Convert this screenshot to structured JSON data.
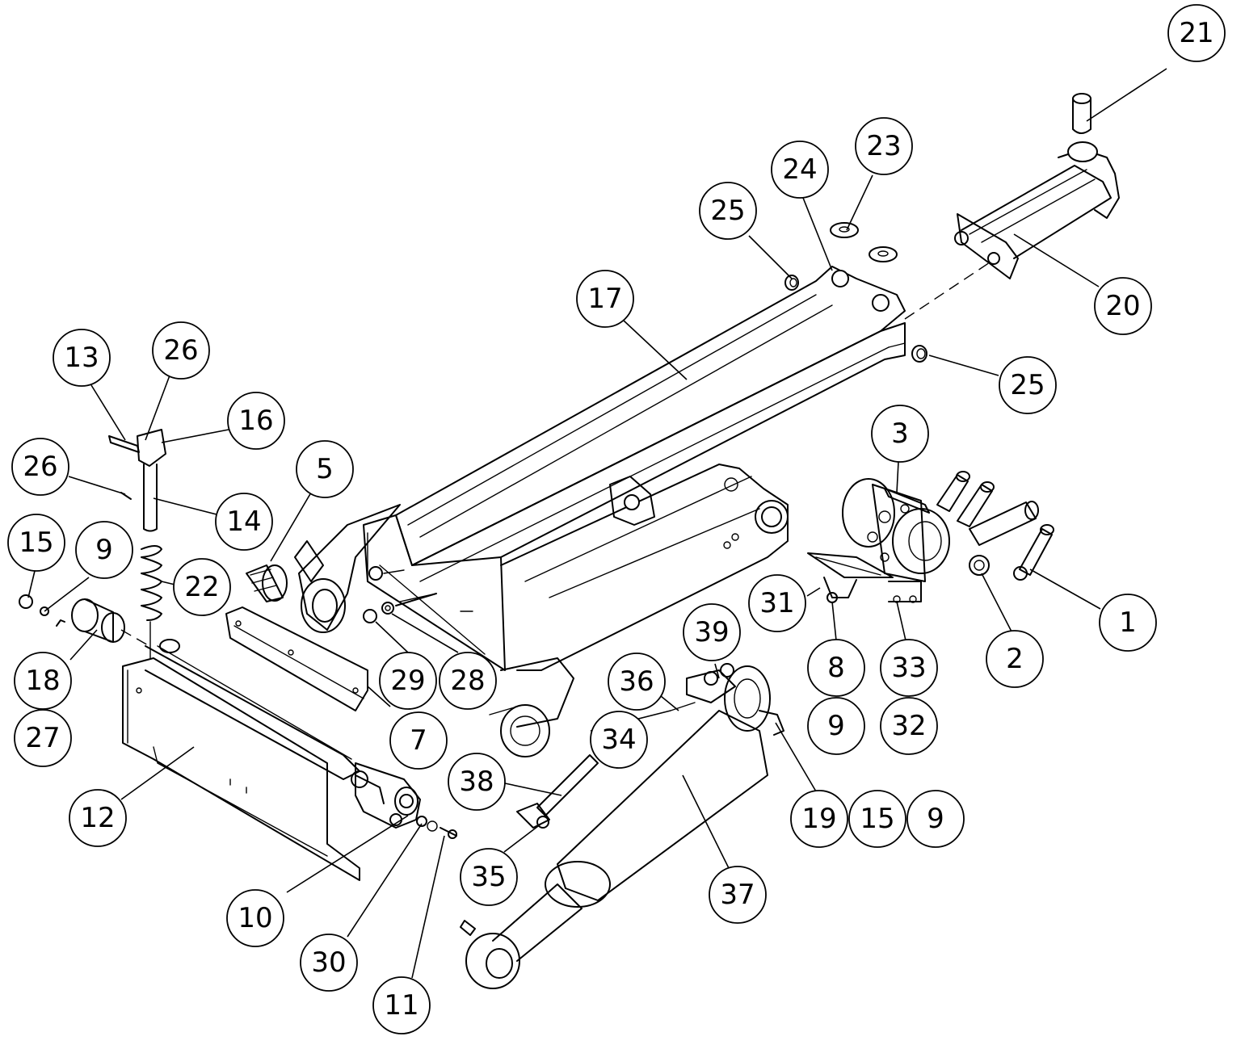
{
  "balloons": [
    {
      "label": "21"
    },
    {
      "label": "23"
    },
    {
      "label": "24"
    },
    {
      "label": "25"
    },
    {
      "label": "20"
    },
    {
      "label": "17"
    },
    {
      "label": "25"
    },
    {
      "label": "13"
    },
    {
      "label": "26"
    },
    {
      "label": "16"
    },
    {
      "label": "26"
    },
    {
      "label": "5"
    },
    {
      "label": "3"
    },
    {
      "label": "14"
    },
    {
      "label": "15"
    },
    {
      "label": "9"
    },
    {
      "label": "22"
    },
    {
      "label": "31"
    },
    {
      "label": "1"
    },
    {
      "label": "18"
    },
    {
      "label": "29"
    },
    {
      "label": "28"
    },
    {
      "label": "8"
    },
    {
      "label": "33"
    },
    {
      "label": "2"
    },
    {
      "label": "39"
    },
    {
      "label": "36"
    },
    {
      "label": "27"
    },
    {
      "label": "7"
    },
    {
      "label": "9"
    },
    {
      "label": "32"
    },
    {
      "label": "34"
    },
    {
      "label": "38"
    },
    {
      "label": "12"
    },
    {
      "label": "19"
    },
    {
      "label": "15"
    },
    {
      "label": "9"
    },
    {
      "label": "35"
    },
    {
      "label": "37"
    },
    {
      "label": "10"
    },
    {
      "label": "30"
    },
    {
      "label": "11"
    }
  ]
}
